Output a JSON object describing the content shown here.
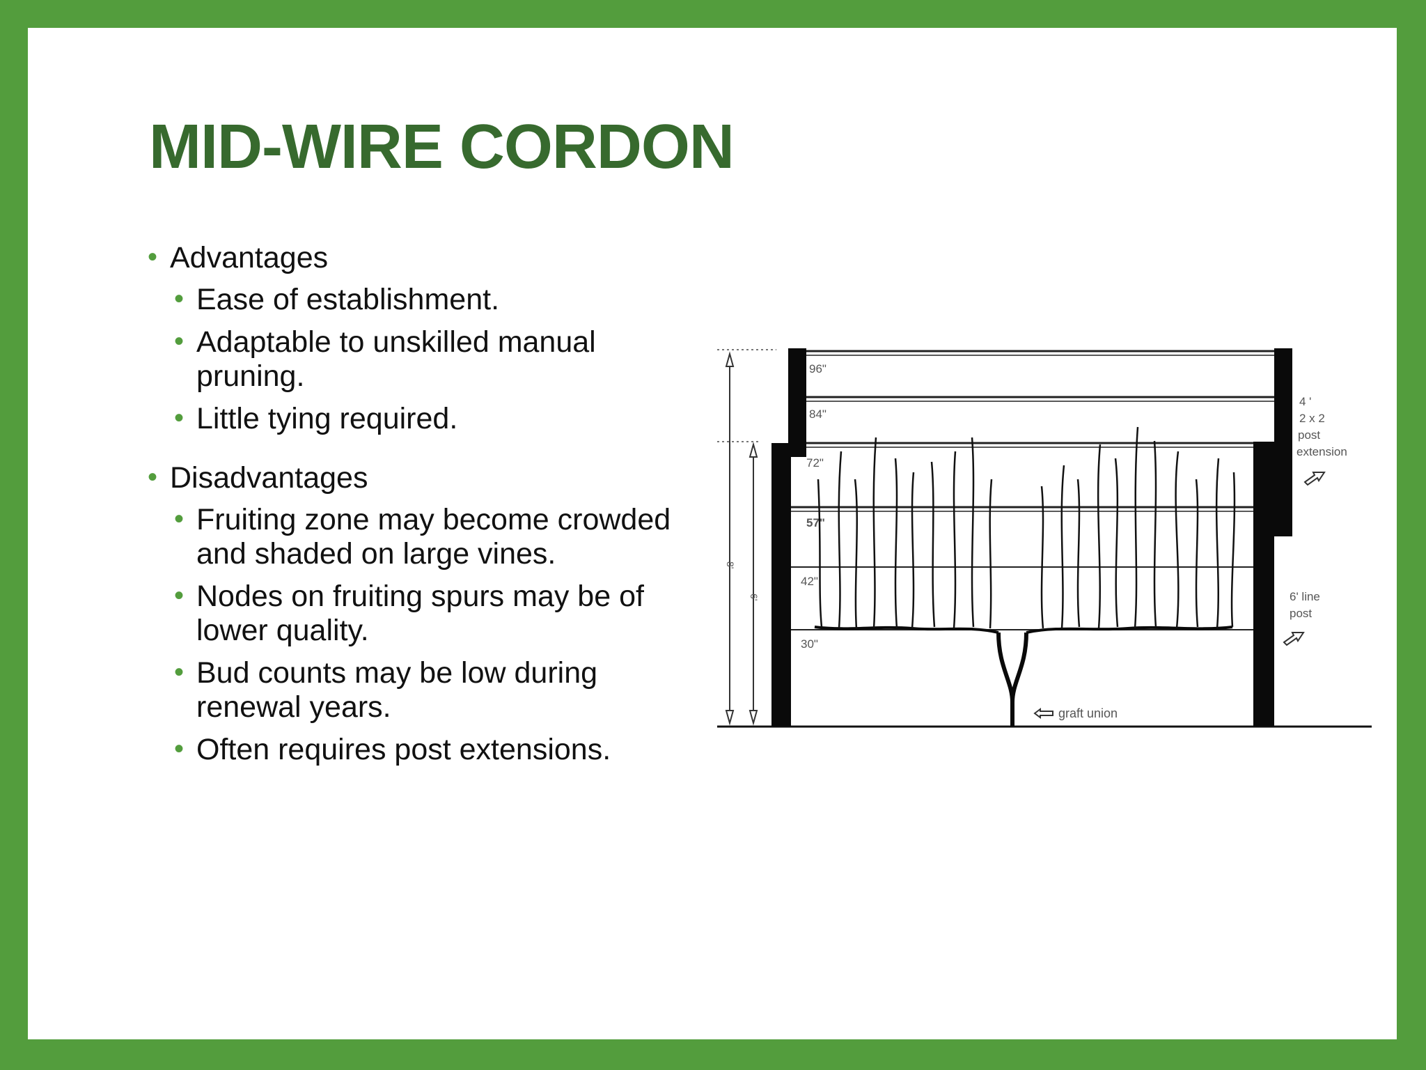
{
  "slide": {
    "title": "MID-WIRE CORDON",
    "sections": [
      {
        "heading": "Advantages",
        "items": [
          "Ease of establishment.",
          "Adaptable to unskilled manual pruning.",
          "Little tying required."
        ]
      },
      {
        "heading": "Disadvantages",
        "items": [
          "Fruiting zone may become crowded and shaded on large vines.",
          "Nodes on fruiting spurs may be of lower quality.",
          "Bud counts may be low during renewal years.",
          "Often requires post extensions."
        ]
      }
    ]
  },
  "diagram": {
    "wire_heights": [
      "96\"",
      "84\"",
      "72\"",
      "57\"",
      "42\"",
      "30\""
    ],
    "height_8ft": "8'",
    "height_6ft": "6'",
    "post_extension_label": [
      "4 '",
      "2 x 2",
      "post",
      "extension"
    ],
    "line_post_label": [
      "6' line",
      "post"
    ],
    "graft_union_label": "graft union"
  },
  "colors": {
    "border_green": "#539d3d",
    "title_green": "#376a2e",
    "slide_bg": "#ffffff"
  }
}
